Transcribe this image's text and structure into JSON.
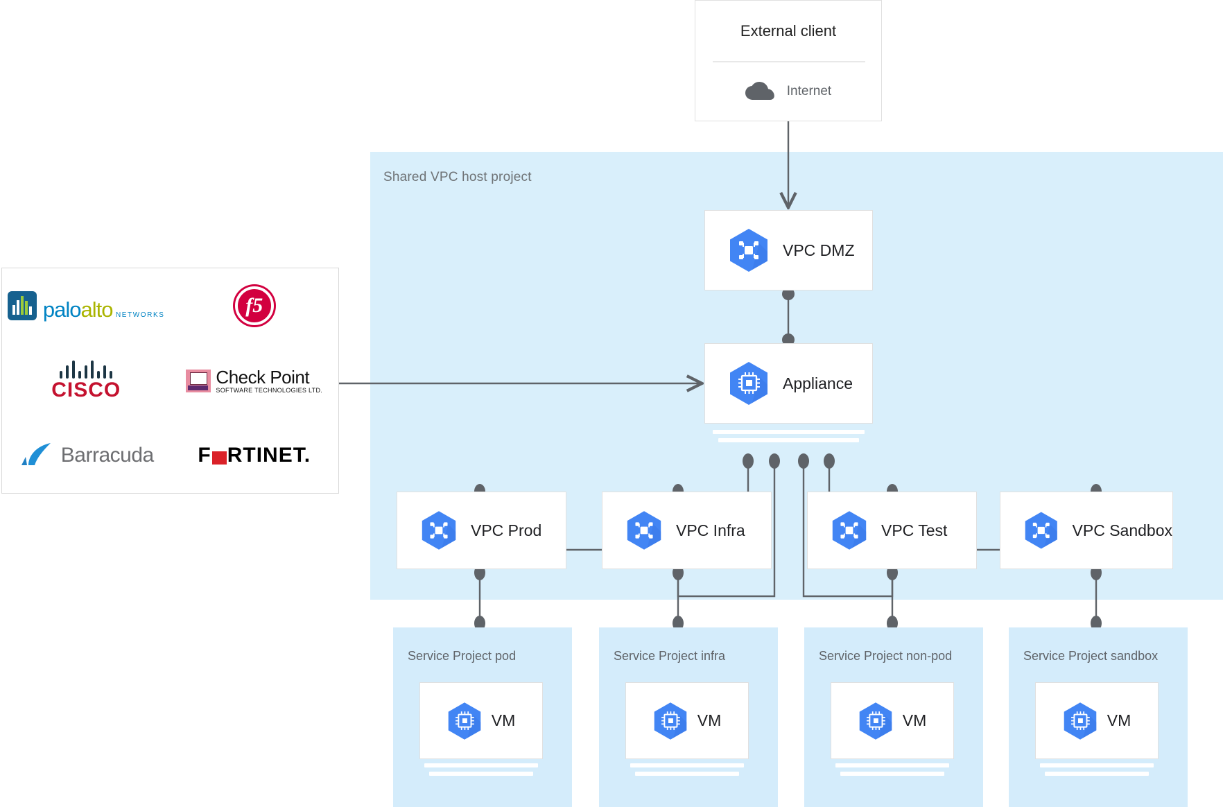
{
  "diagram": {
    "title": "Shared VPC host project network appliance architecture",
    "colors": {
      "panel_blue": "#d9effb",
      "service_project_blue": "#d4ecfb",
      "gcp_blue": "#4285f4",
      "wire_gray": "#5f6368",
      "text_dark": "#202124",
      "text_gray": "#5f6368"
    }
  },
  "external_client": {
    "title": "External client",
    "network_label": "Internet",
    "icon": "cloud-icon"
  },
  "shared_vpc": {
    "label": "Shared VPC host project"
  },
  "nodes": {
    "vpc_dmz": {
      "label": "VPC DMZ",
      "icon": "vpc-network-icon"
    },
    "appliance": {
      "label": "Appliance",
      "icon": "cpu-chip-icon"
    }
  },
  "vpcs": [
    {
      "label": "VPC Prod",
      "icon": "vpc-network-icon"
    },
    {
      "label": "VPC Infra",
      "icon": "vpc-network-icon"
    },
    {
      "label": "VPC Test",
      "icon": "vpc-network-icon"
    },
    {
      "label": "VPC Sandbox",
      "icon": "vpc-network-icon"
    }
  ],
  "service_projects": [
    {
      "label": "Service Project pod",
      "vm_label": "VM",
      "vm_icon": "vm-instance-icon"
    },
    {
      "label": "Service Project infra",
      "vm_label": "VM",
      "vm_icon": "vm-instance-icon"
    },
    {
      "label": "Service Project non-pod",
      "vm_label": "VM",
      "vm_icon": "vm-instance-icon"
    },
    {
      "label": "Service Project sandbox",
      "vm_label": "VM",
      "vm_icon": "vm-instance-icon"
    }
  ],
  "vendors": [
    {
      "name": "Palo Alto Networks",
      "word1": "palo",
      "word2": "alto",
      "tagline": "NETWORKS",
      "icon": "paloalto-logo"
    },
    {
      "name": "F5",
      "glyph": "f5",
      "icon": "f5-logo"
    },
    {
      "name": "Cisco",
      "wordmark": "CISCO",
      "icon": "cisco-logo"
    },
    {
      "name": "Check Point",
      "wordmark": "Check Point",
      "tagline": "SOFTWARE TECHNOLOGIES LTD.",
      "icon": "checkpoint-logo"
    },
    {
      "name": "Barracuda",
      "wordmark": "Barracuda",
      "icon": "barracuda-logo"
    },
    {
      "name": "Fortinet",
      "prefix": "F",
      "suffix": "RTINET.",
      "icon": "fortinet-logo"
    }
  ]
}
